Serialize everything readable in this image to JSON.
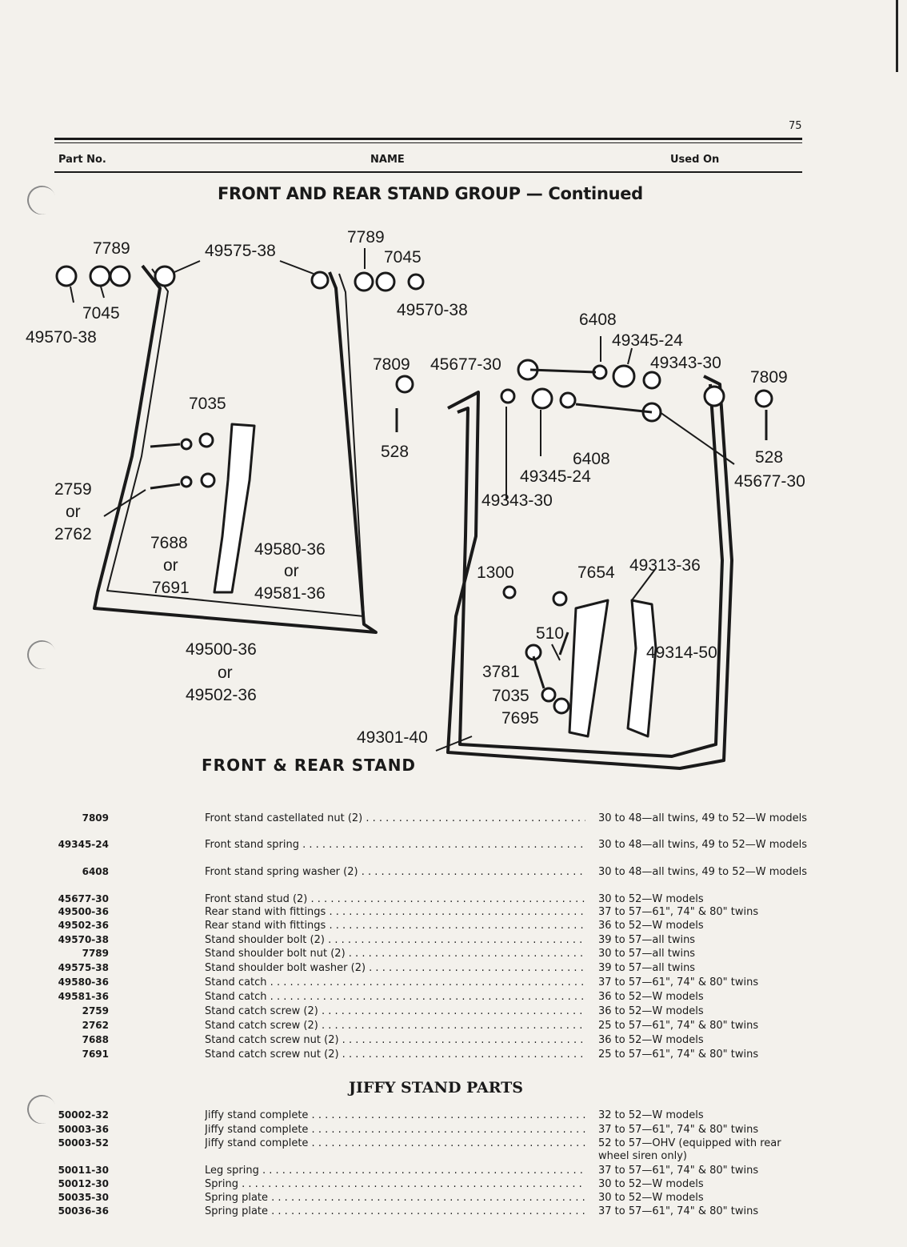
{
  "page_number": "75",
  "header": {
    "part_no": "Part No.",
    "name": "NAME",
    "used_on": "Used On"
  },
  "title": "FRONT AND REAR STAND GROUP — Continued",
  "diagram": {
    "caption": "FRONT & REAR STAND",
    "callouts": [
      "7789",
      "49575-38",
      "7789",
      "7045",
      "49570-38",
      "7045",
      "49570-38",
      "6408",
      "49345-24",
      "49343-30",
      "7809",
      "45677-30",
      "7809",
      "7035",
      "528",
      "6408",
      "528",
      "49345-24",
      "45677-30",
      "2759",
      "or",
      "2762",
      "49343-30",
      "7688",
      "or",
      "7691",
      "49580-36",
      "or",
      "49581-36",
      "1300",
      "7654",
      "49313-36",
      "510",
      "49314-50",
      "49500-36",
      "or",
      "49502-36",
      "3781",
      "7035",
      "7695",
      "49301-40"
    ]
  },
  "parts": [
    {
      "no": "7809",
      "name": "Front stand castellated nut (2)",
      "used": "30 to 48—all twins, 49 to 52—W models"
    },
    {
      "no": "49345-24",
      "name": "Front stand spring",
      "used": "30 to 48—all twins, 49 to 52—W models"
    },
    {
      "no": "6408",
      "name": "Front stand spring washer (2)",
      "used": "30 to 48—all twins, 49 to 52—W models"
    },
    {
      "no": "45677-30",
      "name": "Front stand stud (2)",
      "used": "30 to 52—W models"
    },
    {
      "no": "49500-36",
      "name": "Rear stand with fittings",
      "used": "37 to 57—61\", 74\" & 80\" twins"
    },
    {
      "no": "49502-36",
      "name": "Rear stand with fittings",
      "used": "36 to 52—W models"
    },
    {
      "no": "49570-38",
      "name": "Stand shoulder bolt (2)",
      "used": "39 to 57—all twins"
    },
    {
      "no": "7789",
      "name": "Stand shoulder bolt nut (2)",
      "used": "30 to 57—all twins"
    },
    {
      "no": "49575-38",
      "name": "Stand shoulder bolt washer (2)",
      "used": "39 to 57—all twins"
    },
    {
      "no": "49580-36",
      "name": "Stand catch",
      "used": "37 to 57—61\", 74\" & 80\" twins"
    },
    {
      "no": "49581-36",
      "name": "Stand catch",
      "used": "36 to 52—W models"
    },
    {
      "no": "2759",
      "name": "Stand catch screw (2)",
      "used": "36 to 52—W models"
    },
    {
      "no": "2762",
      "name": "Stand catch screw (2)",
      "used": "25 to 57—61\", 74\" & 80\" twins"
    },
    {
      "no": "7688",
      "name": "Stand catch screw nut (2)",
      "used": "36 to 52—W models"
    },
    {
      "no": "7691",
      "name": "Stand catch screw nut (2)",
      "used": "25 to 57—61\", 74\" & 80\" twins"
    }
  ],
  "jiffy_title": "JIFFY STAND PARTS",
  "jiffy_parts": [
    {
      "no": "50002-32",
      "name": "Jiffy stand complete",
      "used": "32 to 52—W models"
    },
    {
      "no": "50003-36",
      "name": "Jiffy stand complete",
      "used": "37 to 57—61\", 74\" & 80\" twins"
    },
    {
      "no": "50003-52",
      "name": "Jiffy stand complete",
      "used": "52 to 57—OHV (equipped with rear wheel siren only)"
    },
    {
      "no": "50011-30",
      "name": "Leg spring",
      "used": "37 to 57—61\", 74\" & 80\" twins"
    },
    {
      "no": "50012-30",
      "name": "Spring",
      "used": "30 to 52—W models"
    },
    {
      "no": "50035-30",
      "name": "Spring plate",
      "used": "30 to 52—W models"
    },
    {
      "no": "50036-36",
      "name": "Spring plate",
      "used": "37 to 57—61\", 74\" & 80\" twins"
    }
  ]
}
